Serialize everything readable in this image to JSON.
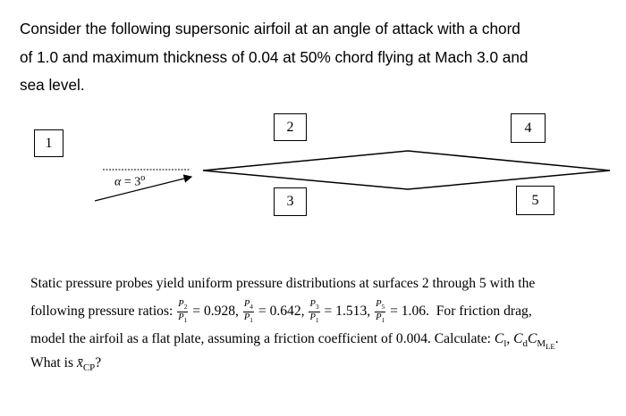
{
  "question": {
    "line1": "Consider the following supersonic airfoil at an angle of attack with a chord",
    "line2": "of 1.0 and maximum thickness of 0.04 at 50% chord flying at Mach 3.0 and",
    "line3": "sea level."
  },
  "figure": {
    "labels": {
      "s1": "1",
      "s2": "2",
      "s3": "3",
      "s4": "4",
      "s5": "5"
    },
    "alpha": {
      "symbol": "α",
      "eq": " = 3",
      "degree": "o"
    }
  },
  "paragraph": {
    "line1": "Static pressure probes yield uniform pressure distributions at surfaces 2 through 5 with the",
    "line2_prefix": "following pressure ratios:",
    "ratios": [
      {
        "num": "P",
        "num_sub": "2",
        "den": "P",
        "den_sub": "1",
        "value": "= 0.928,"
      },
      {
        "num": "P",
        "num_sub": "4",
        "den": "P",
        "den_sub": "1",
        "value": "= 0.642,"
      },
      {
        "num": "P",
        "num_sub": "3",
        "den": "P",
        "den_sub": "1",
        "value": "= 1.513,"
      },
      {
        "num": "P",
        "num_sub": "5",
        "den": "P",
        "den_sub": "1",
        "value": "= 1.06."
      }
    ],
    "line2_suffix": "For friction drag,",
    "line3_text": "model the airfoil as a flat plate, assuming a friction coefficient of 0.004. Calculate:",
    "calc": {
      "cl": "C",
      "cl_sub": "l",
      "cd": "C",
      "cd_sub": "d",
      "cm": "C",
      "cm_sub": "M",
      "cm_subsub": "LE",
      "end": "."
    },
    "line4_text": "What is",
    "xcp": {
      "sym": "x̄",
      "sub": "CP"
    },
    "line4_end": "?"
  }
}
